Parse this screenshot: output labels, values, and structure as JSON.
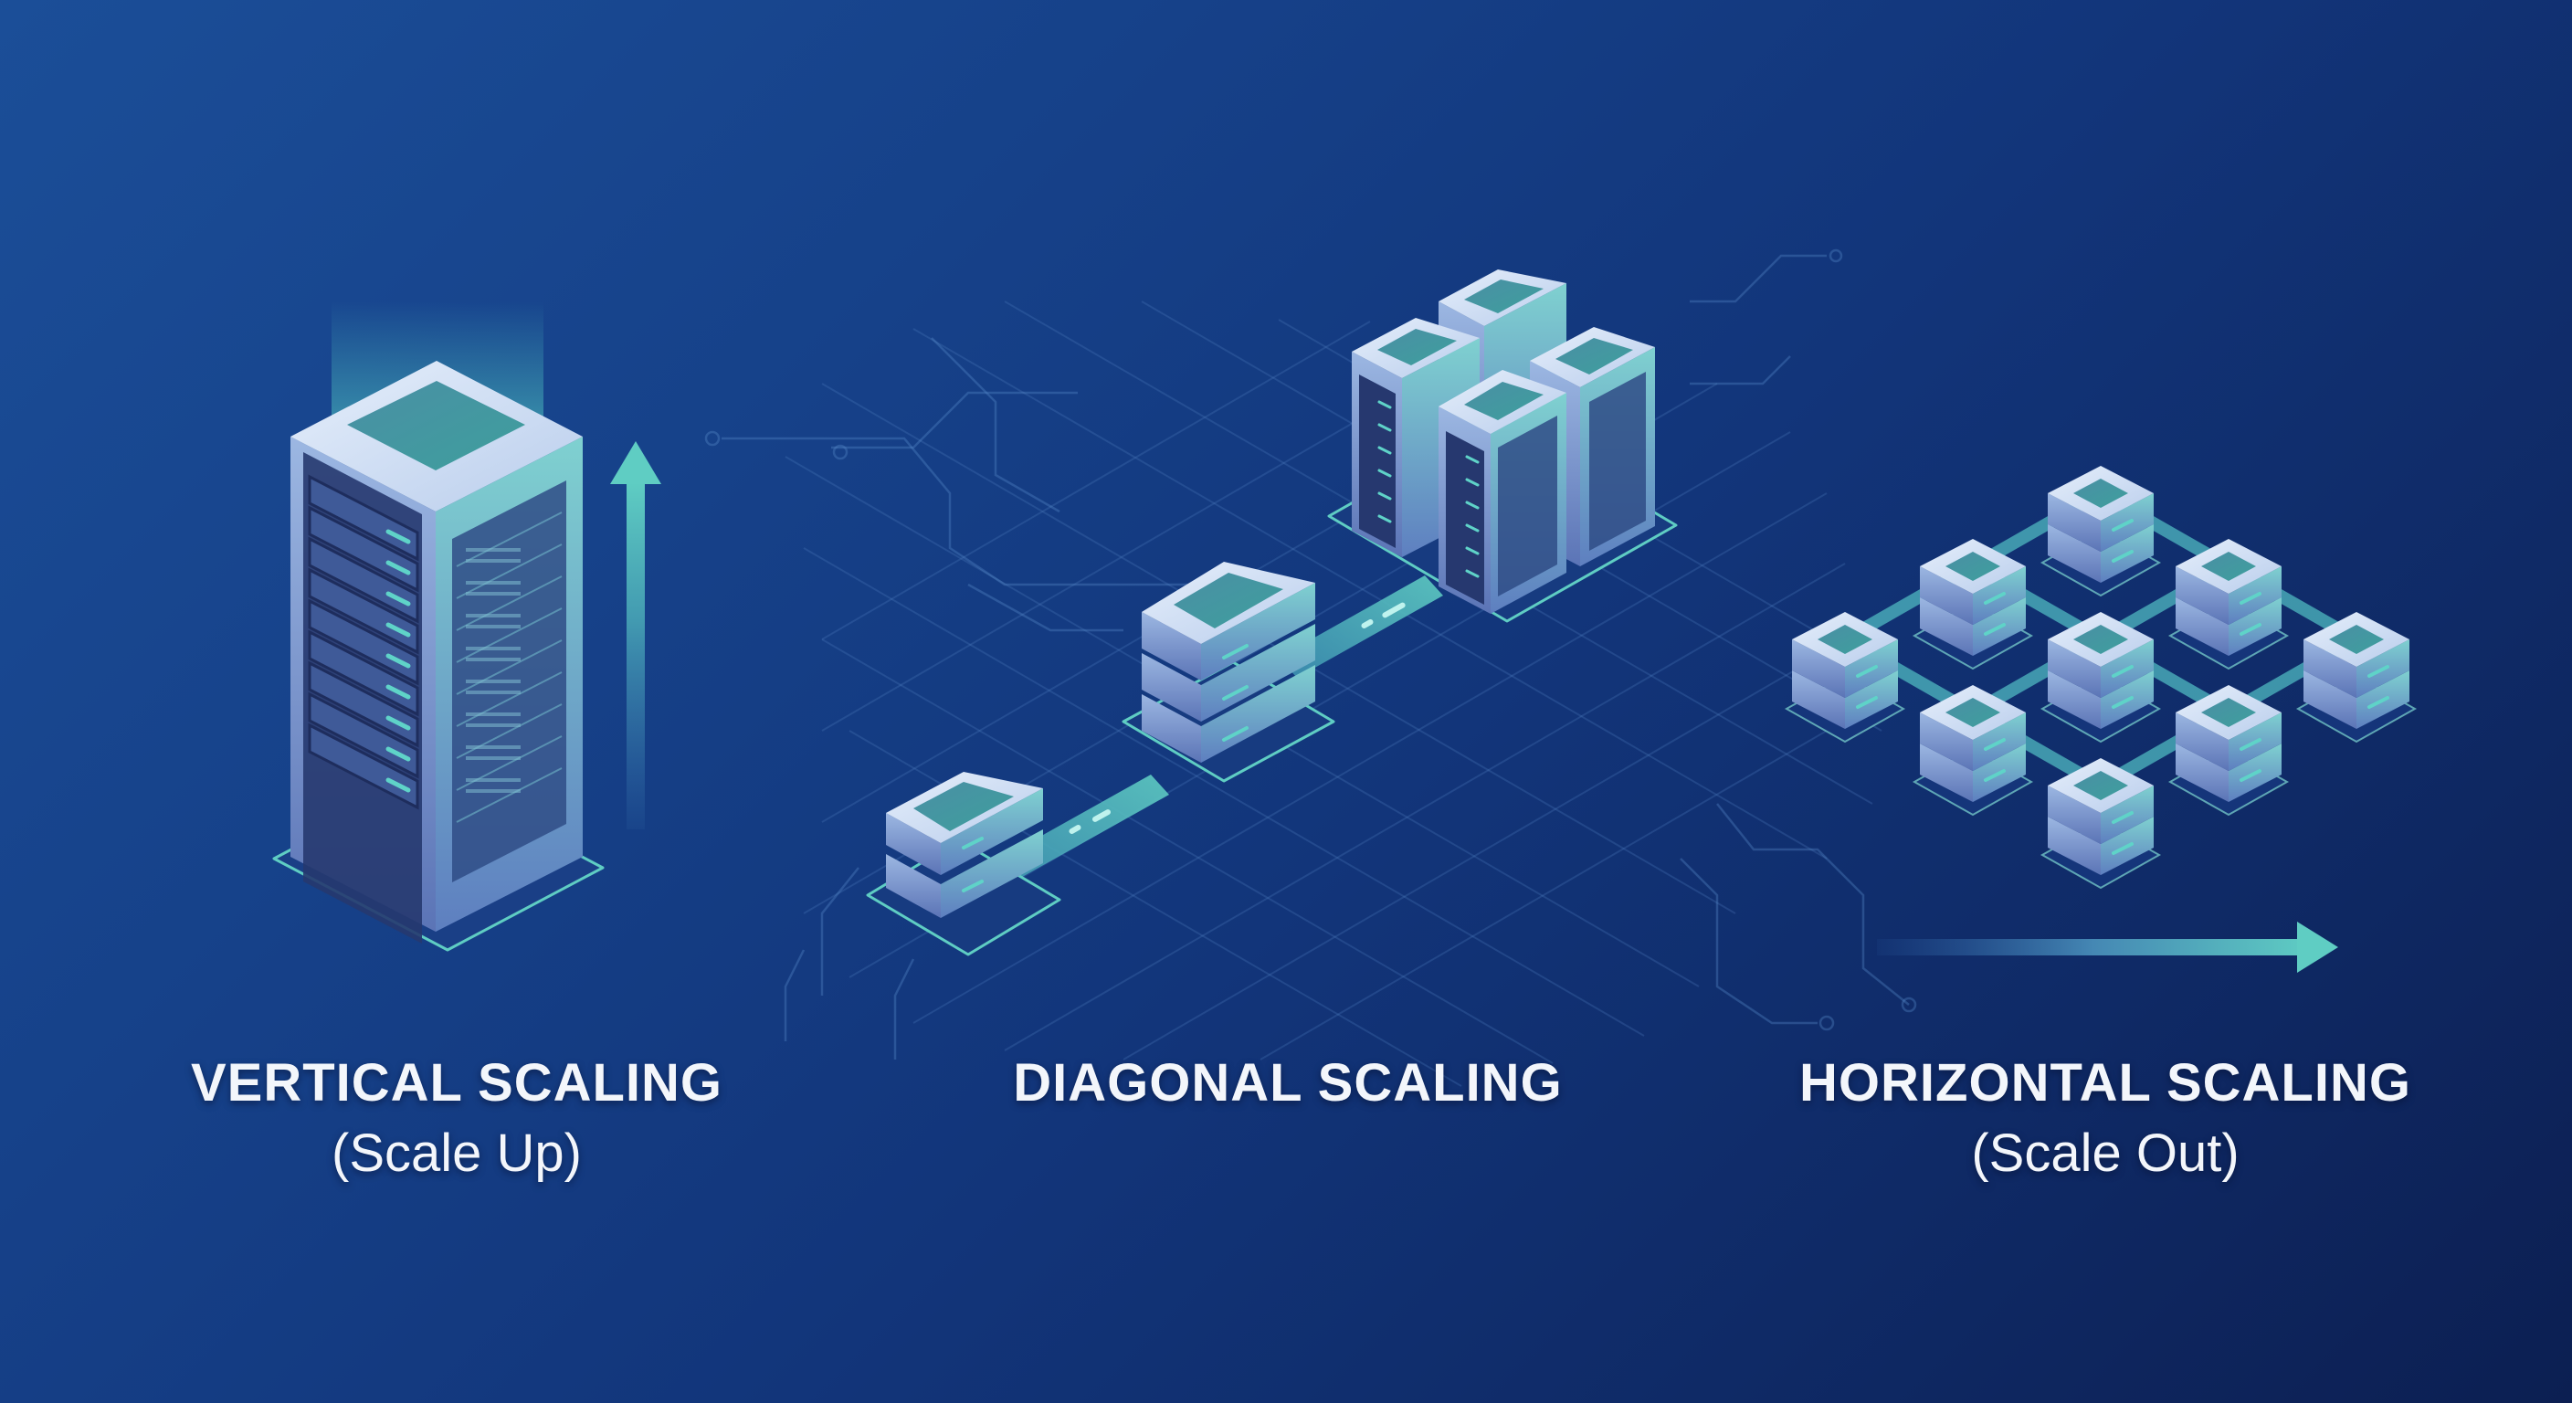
{
  "title": "Vertical vs Diagonal vs Horizontal Scaling",
  "colors": {
    "background_top_left": "#1b4e98",
    "background_bottom_right": "#0c1f52",
    "accent_teal": "#5fd3c8",
    "server_face_light": "#c9dcf3",
    "server_face_mid": "#6f92c8",
    "server_screen": "#3f8f9c",
    "label_text": "#f3f6fb"
  },
  "sections": [
    {
      "id": "vertical",
      "title": "VERTICAL SCALING",
      "subtitle": "(Scale Up)",
      "illustration": "single tall server rack with upward arrow",
      "arrow": "up-arrow-icon"
    },
    {
      "id": "diagonal",
      "title": "DIAGONAL SCALING",
      "subtitle": "",
      "illustration": "small server stack connected to larger stack connected to cluster of four racks",
      "stages": [
        {
          "name": "small",
          "units": 2
        },
        {
          "name": "medium",
          "units": 3
        },
        {
          "name": "large",
          "racks": 4
        }
      ]
    },
    {
      "id": "horizontal",
      "title": "HORIZONTAL SCALING",
      "subtitle": "(Scale Out)",
      "illustration": "mesh grid of nine identical server nodes",
      "node_count": 9,
      "arrow": "right-arrow-icon"
    }
  ]
}
